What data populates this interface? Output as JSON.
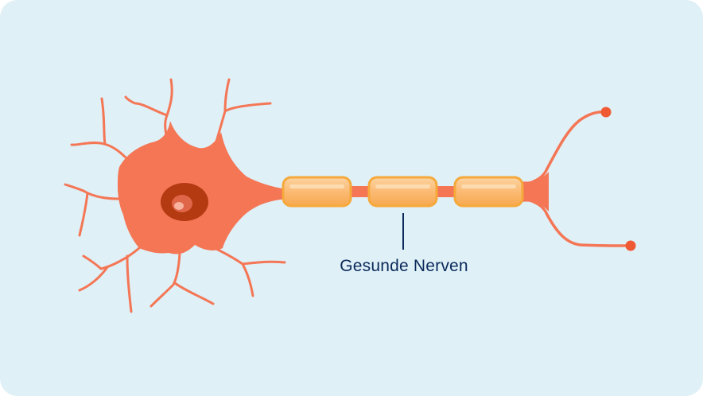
{
  "diagram": {
    "label": "Gesunde Nerven",
    "colors": {
      "background": "#dff0f7",
      "neuron": "#f47655",
      "neuron_stroke": "#ef6a47",
      "nucleus": "#b43a12",
      "nucleolus": "#f7a58b",
      "myelin_fill": "#fbbd78",
      "myelin_stroke": "#f6a93b",
      "label_text": "#0b2a5b",
      "pointer_line": "#0b2a5b"
    },
    "parts": [
      "cell-body",
      "nucleus",
      "dendrites",
      "axon",
      "myelin-sheath",
      "axon-terminals"
    ]
  }
}
